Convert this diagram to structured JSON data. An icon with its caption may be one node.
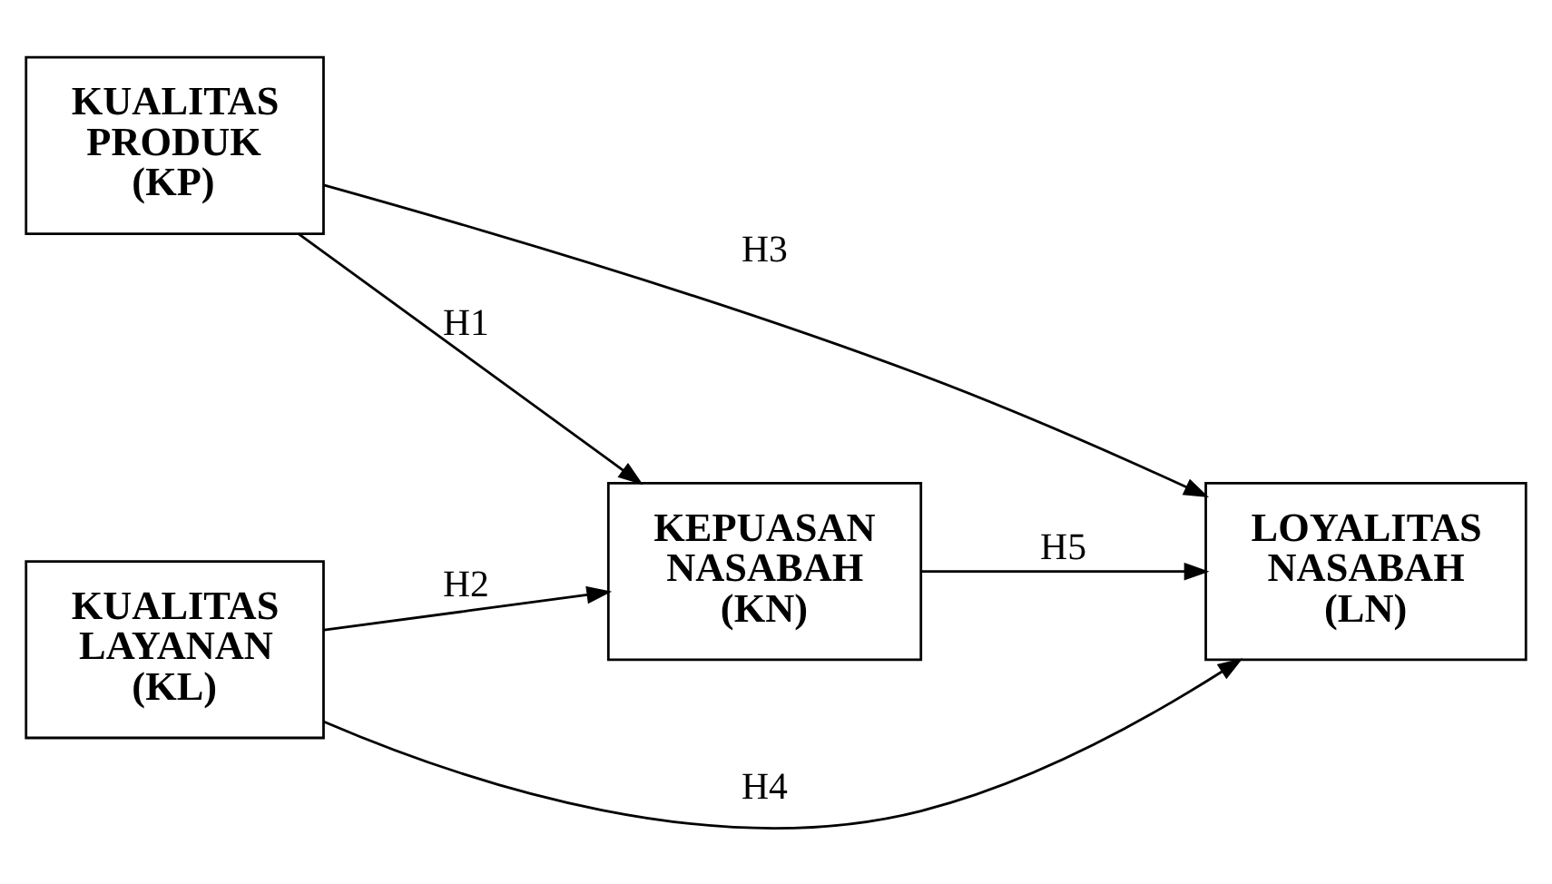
{
  "diagram": {
    "nodes": [
      {
        "text": [
          "KUALITAS PRODUK (KP)"
        ]
      },
      {
        "text": [
          "KEPUASAN NASABAH (KN)"
        ]
      },
      {
        "text": [
          "LOYALITAS NASABAH (LN)"
        ]
      },
      {
        "text": [
          "KUALITAS LAYANAN (KL)"
        ]
      }
    ],
    "edges": [
      {
        "from": 0,
        "to": 2,
        "arrow": "to",
        "label": "H3"
      },
      {
        "from": 0,
        "to": 1,
        "arrow": "to",
        "label": "H1"
      },
      {
        "from": 1,
        "to": 2,
        "arrow": "to",
        "label": "H5"
      },
      {
        "from": 3,
        "to": 1,
        "arrow": "to",
        "label": "H2"
      },
      {
        "from": 3,
        "to": 2,
        "arrow": "to",
        "label": "H4"
      }
    ]
  }
}
